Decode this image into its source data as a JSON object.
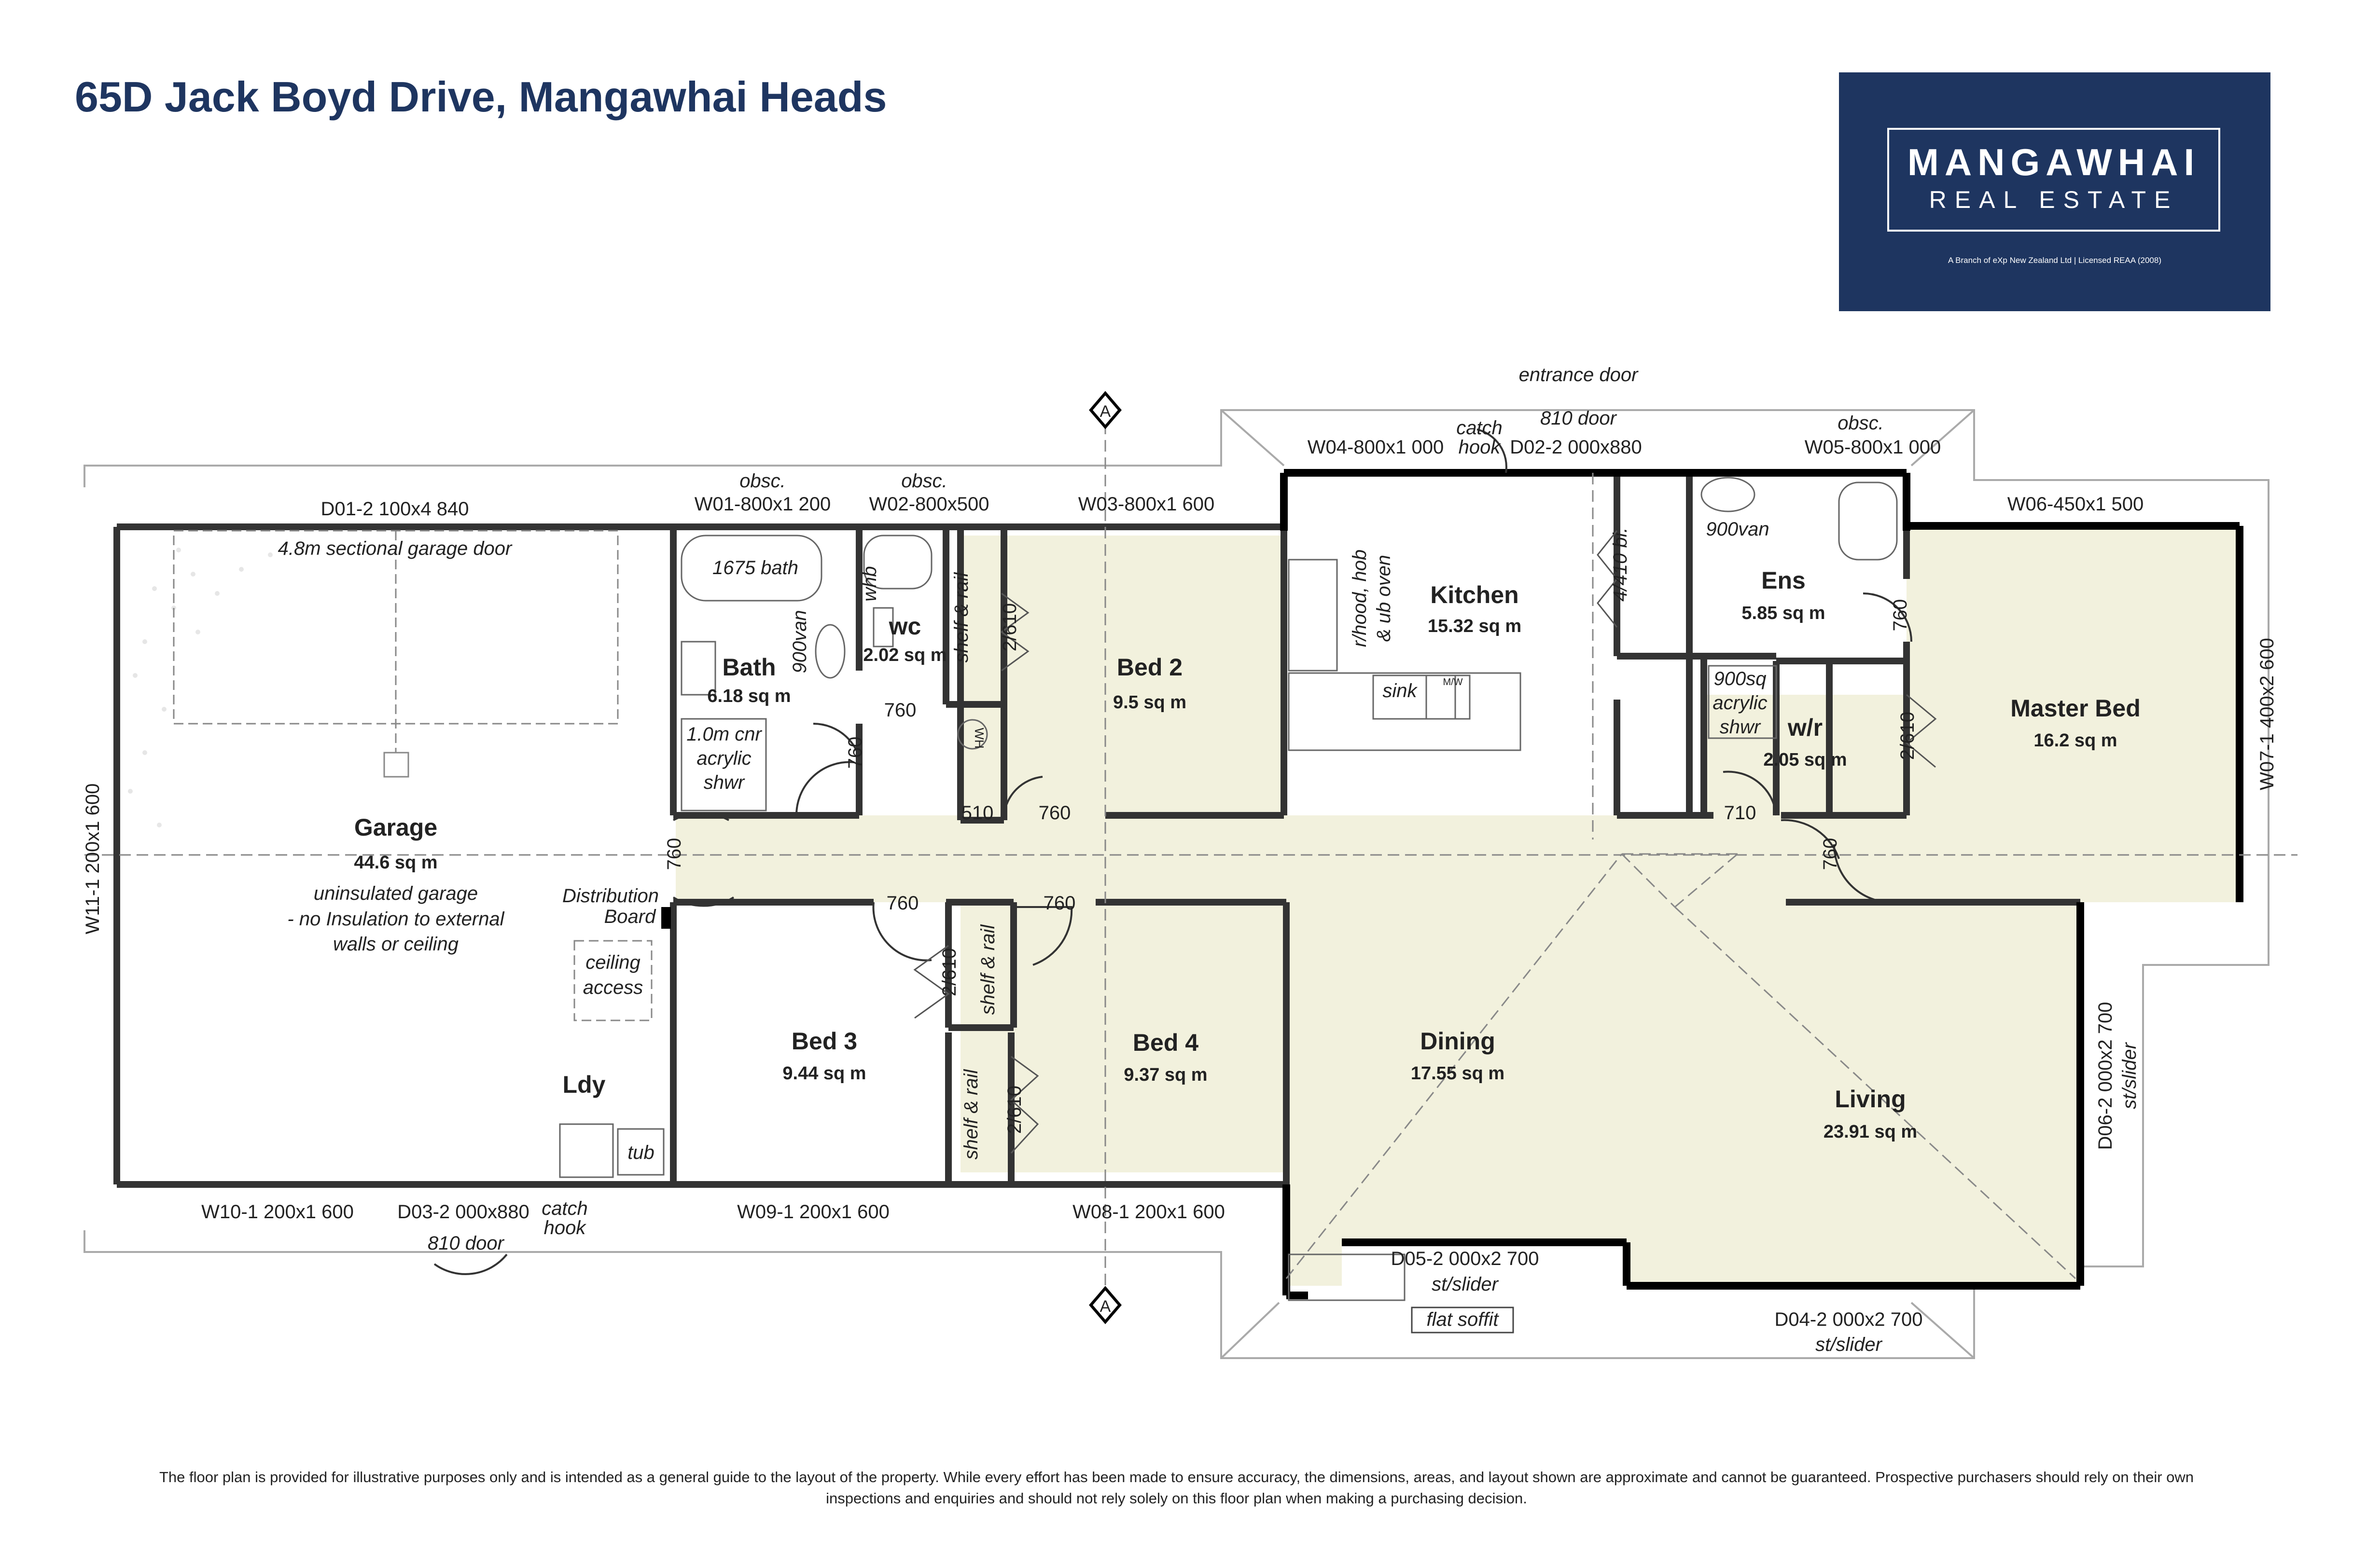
{
  "header": {
    "address": "65D Jack Boyd Drive, Mangawhai Heads"
  },
  "logo": {
    "line1": "MANGAWHAI",
    "line2": "REAL ESTATE",
    "tagline": "A Branch of eXp New Zealand Ltd | Licensed REAA (2008)"
  },
  "colors": {
    "brand_navy": "#1e3560",
    "living_fill": "#f2f1dd",
    "wall": "#111111"
  },
  "rooms": {
    "garage": {
      "name": "Garage",
      "area": "44.6 sq m",
      "note1": "uninsulated garage",
      "note2": "- no Insulation to external",
      "note3": "walls or ceiling"
    },
    "lounge_ldy": {
      "name": "Ldy"
    },
    "bath": {
      "name": "Bath",
      "area": "6.18 sq m"
    },
    "wc": {
      "name": "wc",
      "area": "2.02 sq m"
    },
    "bed2": {
      "name": "Bed 2",
      "area": "9.5 sq m"
    },
    "kitchen": {
      "name": "Kitchen",
      "area": "15.32 sq m"
    },
    "ens": {
      "name": "Ens",
      "area": "5.85 sq m"
    },
    "wr": {
      "name": "w/r",
      "area": "2.05 sq m"
    },
    "master": {
      "name": "Master Bed",
      "area": "16.2 sq m"
    },
    "bed3": {
      "name": "Bed 3",
      "area": "9.44 sq m"
    },
    "bed4": {
      "name": "Bed 4",
      "area": "9.37 sq m"
    },
    "dining": {
      "name": "Dining",
      "area": "17.55 sq m"
    },
    "living": {
      "name": "Living",
      "area": "23.91 sq m"
    }
  },
  "labels": {
    "entrance_door": "entrance door",
    "door_810_top": "810 door",
    "catch_hook_top_a": "catch",
    "catch_hook_top_b": "hook",
    "obsc_right": "obsc.",
    "w04": "W04-800x1 000",
    "d02": "D02-2 000x880",
    "w05": "W05-800x1 000",
    "obsc_w01": "obsc.",
    "obsc_w02": "obsc.",
    "d01": "D01-2 100x4 840",
    "w01": "W01-800x1 200",
    "w02": "W02-800x500",
    "w03": "W03-800x1 600",
    "w06": "W06-450x1 500",
    "garage_door": "4.8m sectional garage door",
    "w11": "W11-1 200x1 600",
    "w07": "W07-1 400x2 600",
    "bath_1675": "1675 bath",
    "whb": "whb",
    "van900": "900van",
    "shwr_a": "1.0m cnr",
    "shwr_b": "acrylic",
    "shwr_c": "shwr",
    "d760_a": "760",
    "d760_b": "760",
    "d760_c": "760",
    "d760_d": "760",
    "d760_e": "760",
    "d760_f": "760",
    "d760_g": "760",
    "d760_h": "760",
    "d510": "510",
    "d710": "710",
    "shelf_rail_1": "shelf & rail",
    "shelf_rail_2": "shelf & rail",
    "shelf_rail_3": "shelf & rail",
    "d2610_a": "2/610",
    "d2610_b": "2/610",
    "d2610_c": "2/610",
    "d2610_d": "2/610",
    "wh": "WH",
    "hood_a": "r/hood, hob",
    "hood_b": "& ub oven",
    "sink": "sink",
    "mw": "M/W",
    "bi_410": "4/410 bi.",
    "ens_van": "900van",
    "ens_shwr_a": "900sq",
    "ens_shwr_b": "acrylic",
    "ens_shwr_c": "shwr",
    "dist_a": "Distribution",
    "dist_b": "Board",
    "ceiling_a": "ceiling",
    "ceiling_b": "access",
    "tub": "tub",
    "w10": "W10-1 200x1 600",
    "d03": "D03-2 000x880",
    "catch_bottom_a": "catch",
    "catch_bottom_b": "hook",
    "door_810_bottom": "810 door",
    "w09": "W09-1 200x1 600",
    "w08": "W08-1 200x1 600",
    "d05_a": "D05-2 000x2 700",
    "d05_b": "st/slider",
    "flat_soffit": "flat soffit",
    "d04_a": "D04-2 000x2 700",
    "d04_b": "st/slider",
    "d06_a": "D06-2 000x2 700",
    "d06_b": "st/slider",
    "section_top": "A",
    "section_bottom": "A"
  },
  "disclaimer": {
    "line1": "The floor plan is provided for illustrative purposes only and is intended as a general guide to the layout of the property. While every effort has been made to ensure accuracy, the dimensions, areas, and layout shown are approximate and cannot be guaranteed. Prospective purchasers should rely on their own",
    "line2": "inspections and enquiries and should not rely solely on this floor plan when making a purchasing decision."
  }
}
